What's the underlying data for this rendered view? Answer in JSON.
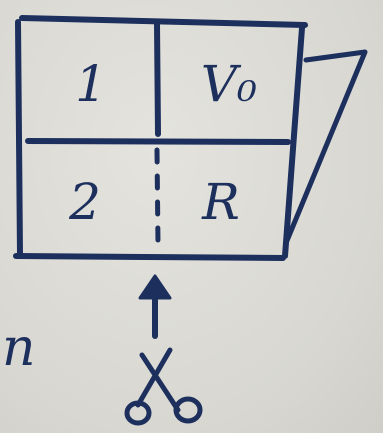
{
  "grid": {
    "cells": [
      {
        "label": "1"
      },
      {
        "label": "V₀"
      },
      {
        "label": "2"
      },
      {
        "label": "R"
      }
    ]
  },
  "margin_note": "n",
  "icons": {
    "arrow": "up-arrow-icon",
    "scissors": "scissors-icon"
  },
  "colors": {
    "ink": "#1d2f5c",
    "paper": "#dcdbd6"
  }
}
